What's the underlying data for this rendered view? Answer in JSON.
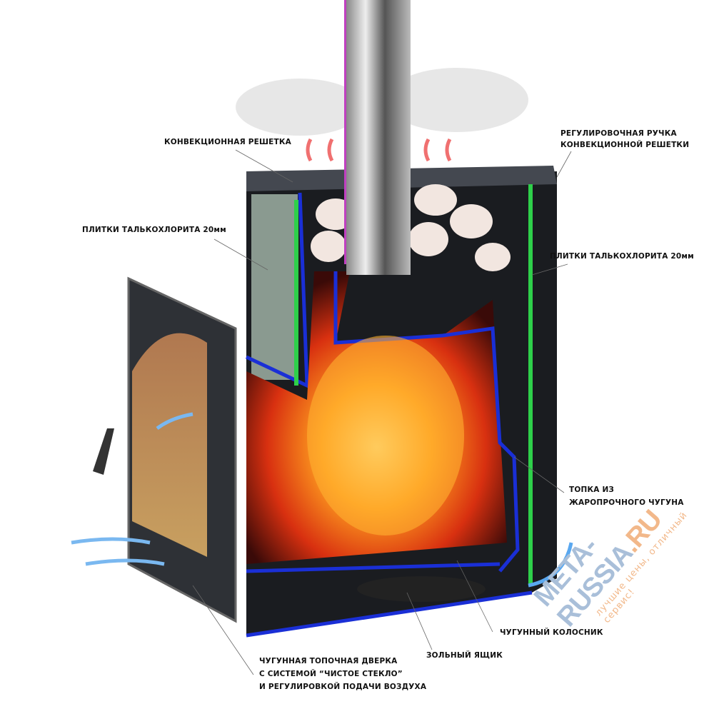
{
  "labels": {
    "convection_grate": "КОНВЕКЦИОННАЯ РЕШЕТКА",
    "grate_handle_line1": "РЕГУЛИРОВОЧНАЯ РУЧКА",
    "grate_handle_line2": "КОНВЕКЦИОННОЙ РЕШЕТКИ",
    "tiles_left": "ПЛИТКИ ТАЛЬКОХЛОРИТА 20мм",
    "tiles_right": "ПЛИТКИ ТАЛЬКОХЛОРИТА 20мм",
    "firebox_line1": "ТОПКА ИЗ",
    "firebox_line2": "ЖАРОПРОЧНОГО ЧУГУНА",
    "grate": "ЧУГУННЫЙ КОЛОСНИК",
    "ash_box": "ЗОЛЬНЫЙ ЯЩИК",
    "door_line1": "ЧУГУННАЯ ТОПОЧНАЯ ДВЕРКА",
    "door_line2": "С СИСТЕМОЙ “ЧИСТОЕ СТЕКЛО”",
    "door_line3": "И РЕГУЛИРОВКОЙ ПОДАЧИ ВОЗДУХА"
  },
  "watermark": {
    "brand": "META-RUSSIA",
    "tld": ".RU",
    "slogan": "лучшие цены, отличный сервис!"
  },
  "colors": {
    "steel": "#3a3d42",
    "insulation_blue": "#1a2fd6",
    "insulation_green": "#2ed04a",
    "fire": "#ff8a10",
    "air_cold": "#5aa8f0",
    "air_hot": "#f05a5a"
  }
}
